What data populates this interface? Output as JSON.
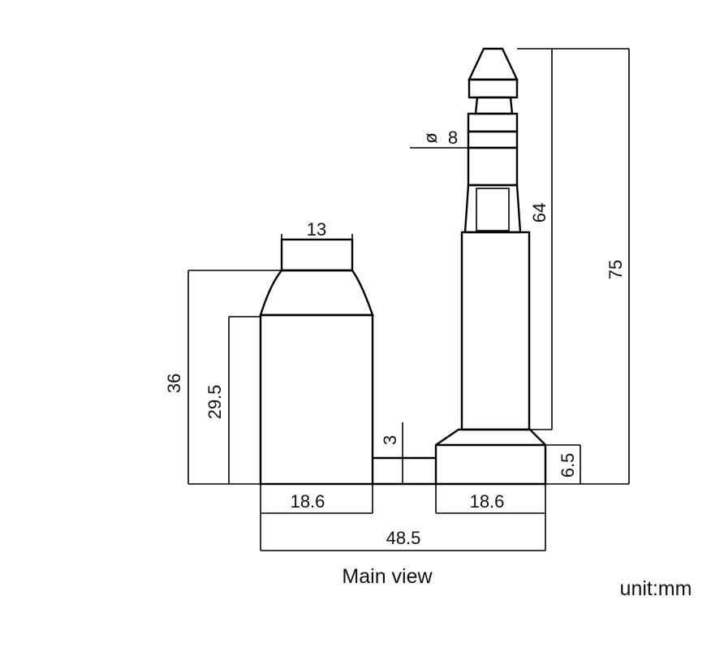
{
  "dimensions": {
    "top_width": "13",
    "height_total_left": "36",
    "height_body_left": "29.5",
    "left_base_width": "18.6",
    "right_base_width": "18.6",
    "gap": "3",
    "overall_width": "48.5",
    "base_height": "6.5",
    "pin_diameter_symbol": "ø",
    "pin_diameter": "8",
    "pin_height": "64",
    "height_total_right": "75"
  },
  "caption": "Main view",
  "unit_label": "unit:mm"
}
